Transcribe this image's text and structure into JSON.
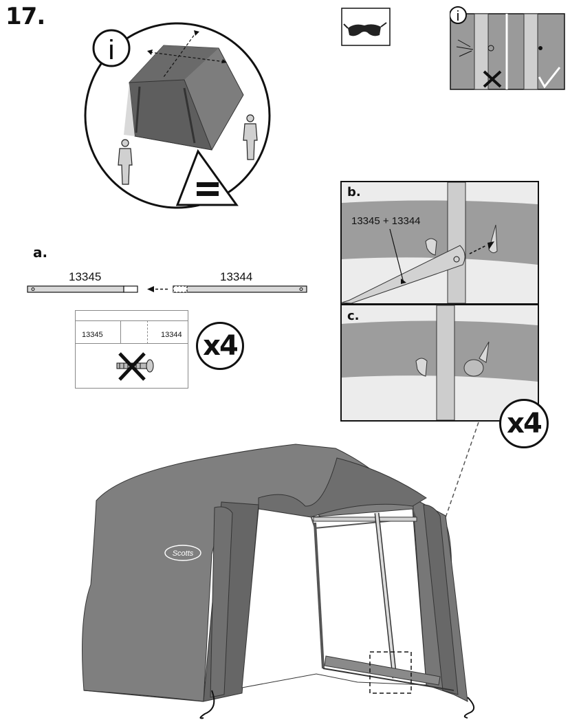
{
  "step": {
    "number": "17."
  },
  "overview": {
    "info_icon": "info-icon",
    "equal_symbol": "="
  },
  "safety": {
    "icon": "safety-glasses-icon"
  },
  "tip": {
    "info_icon": "info-icon",
    "wrong_mark": "cross-icon",
    "right_mark": "check-icon"
  },
  "section_a": {
    "label": "a.",
    "part_left": "13345",
    "part_right": "13344",
    "detail_left": "13345",
    "detail_right": "13344",
    "multiplier": "x4"
  },
  "section_b": {
    "label": "b.",
    "callout": "13345 + 13344"
  },
  "section_c": {
    "label": "c.",
    "multiplier": "x4"
  },
  "brand": {
    "logo": "Scotts"
  }
}
